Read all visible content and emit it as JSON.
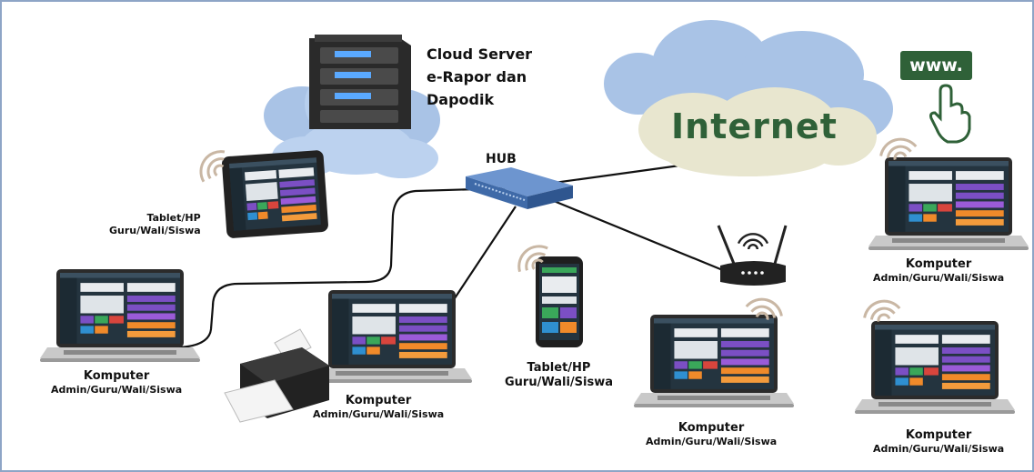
{
  "cloud_server": {
    "line1": "Cloud Server",
    "line2": "e-Rapor dan",
    "line3": "Dapodik"
  },
  "hub": {
    "label": "HUB"
  },
  "internet": {
    "label": "Internet"
  },
  "www": {
    "label": "www."
  },
  "devices": {
    "tablet_top": {
      "line1": "Tablet/HP",
      "line2": "Guru/Wali/Siswa"
    },
    "laptop_left": {
      "line1": "Komputer",
      "line2": "Admin/Guru/Wali/Siswa"
    },
    "laptop_center": {
      "line1": "Komputer",
      "line2": "Admin/Guru/Wali/Siswa"
    },
    "phone_center": {
      "line1": "Tablet/HP",
      "line2": "Guru/Wali/Siswa"
    },
    "laptop_mid_right": {
      "line1": "Komputer",
      "line2": "Admin/Guru/Wali/Siswa"
    },
    "laptop_right_top": {
      "line1": "Komputer",
      "line2": "Admin/Guru/Wali/Siswa"
    },
    "laptop_right_bottom": {
      "line1": "Komputer",
      "line2": "Admin/Guru/Wali/Siswa"
    }
  },
  "colors": {
    "frame_border": "#8ea5c6",
    "internet_green": "#2f6138",
    "cloud_blue": "#a9c3e6",
    "cloud_cream": "#e8e6cf",
    "hub_blue": "#4b78b8",
    "screen_dark": "#24343f",
    "tile_purple": "#7b4fc4",
    "tile_orange": "#f08a2a",
    "tile_green": "#3aa75a",
    "tile_red": "#d8453d",
    "wifi_tan": "#c9b7a4"
  }
}
